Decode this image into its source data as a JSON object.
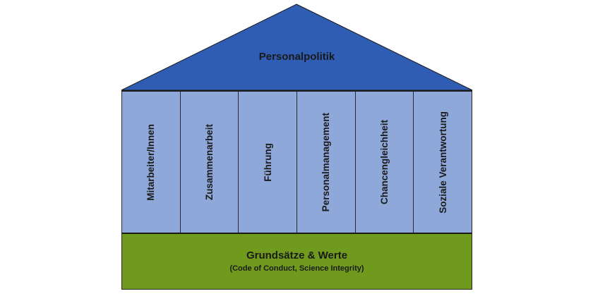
{
  "roof": {
    "label": "Personalpolitik",
    "color": "#2f5db3"
  },
  "pillars": {
    "color": "#8ea8d9",
    "items": [
      {
        "label": "Mitarbeiter/Innen"
      },
      {
        "label": "Zusammenarbeit"
      },
      {
        "label": "Führung"
      },
      {
        "label": "Personalmanagement"
      },
      {
        "label": "Chancengleichheit"
      },
      {
        "label": "Soziale Verantwortung"
      }
    ]
  },
  "foundation": {
    "title": "Grundsätze & Werte",
    "subtitle": "(Code of Conduct, Science Integrity)",
    "color": "#6f9a1e"
  }
}
